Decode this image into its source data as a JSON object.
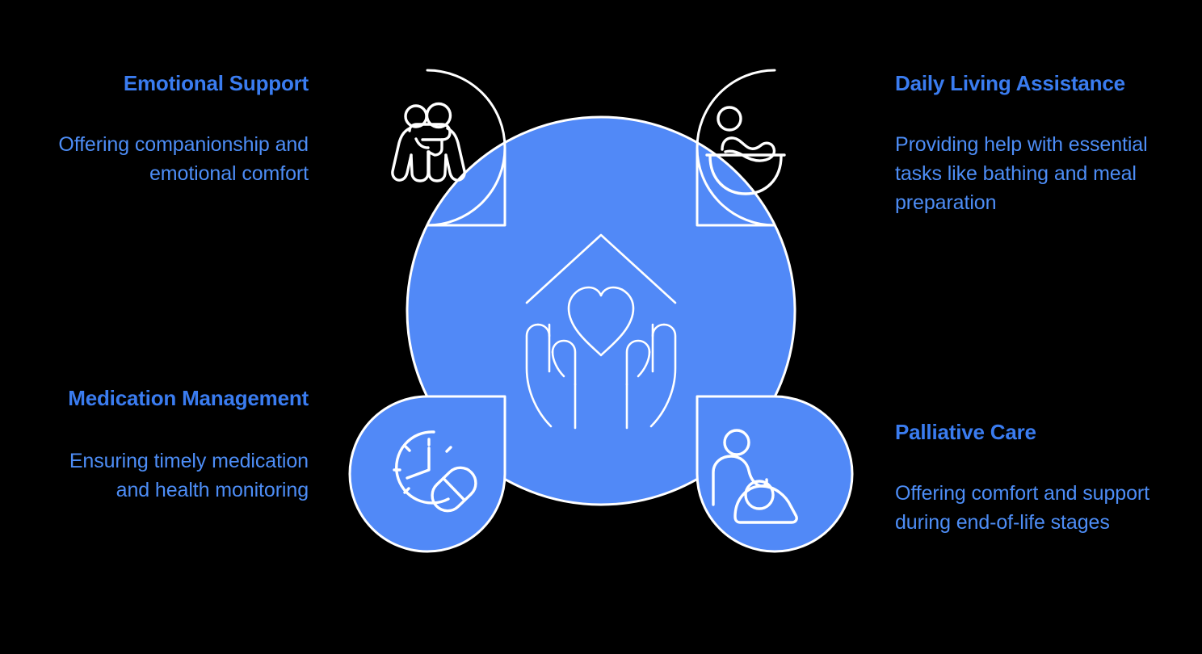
{
  "theme": {
    "background": "#000000",
    "accent_blue": "#5189f7",
    "title_color": "#3a7cf0",
    "body_color": "#4d8df6",
    "outline_color": "#ffffff"
  },
  "center": {
    "icon": "house-heart-hands-icon"
  },
  "nodes": [
    {
      "id": "emotional-support",
      "position": "top-left",
      "title": "Emotional Support",
      "description": "Offering companionship and emotional comfort",
      "icon": "two-people-embracing-icon"
    },
    {
      "id": "daily-living-assistance",
      "position": "top-right",
      "title": "Daily Living Assistance",
      "description": "Providing help with essential tasks like bathing and meal preparation",
      "icon": "person-in-bathtub-icon"
    },
    {
      "id": "medication-management",
      "position": "bottom-left",
      "title": "Medication Management",
      "description": "Ensuring timely medication and health monitoring",
      "icon": "clock-and-pill-icon"
    },
    {
      "id": "palliative-care",
      "position": "bottom-right",
      "title": "Palliative Care",
      "description": "Offering comfort and support during end-of-life stages",
      "icon": "caregiver-with-patient-in-bed-icon"
    }
  ]
}
